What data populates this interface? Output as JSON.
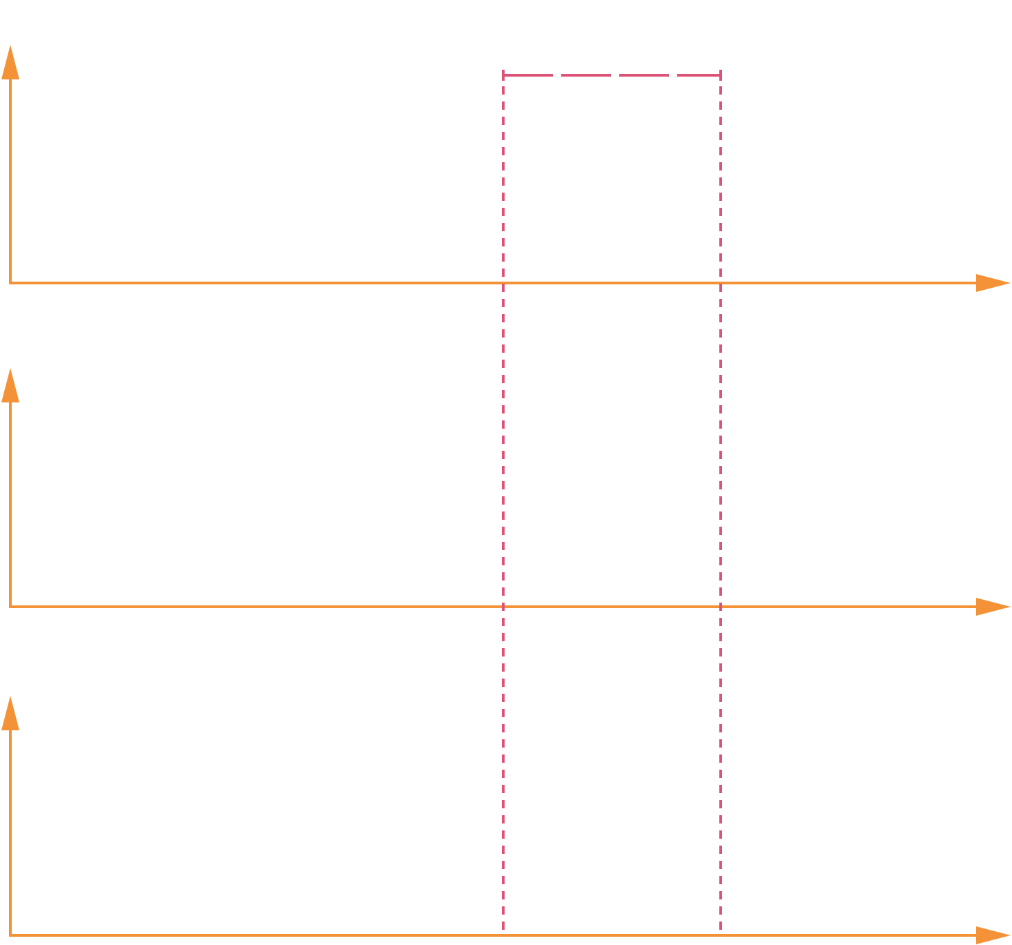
{
  "diagram": {
    "type": "stacked-timing-axes",
    "axis_count": 3,
    "axis_color": "#F39237",
    "marker_color": "#DD5277",
    "arrowheads": "filled-triangle",
    "interval_marker": {
      "style": "dashed",
      "end_ticks": true,
      "extends_through_all_axes": true
    }
  }
}
